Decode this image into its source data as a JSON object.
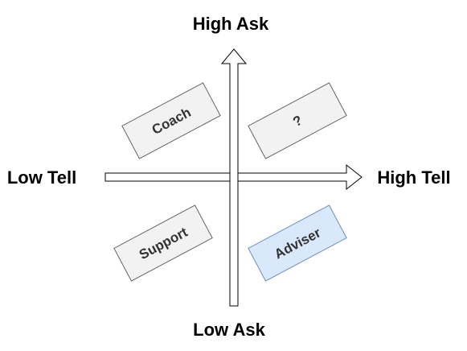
{
  "axes": {
    "top": "High Ask",
    "bottom": "Low Ask",
    "left": "Low Tell",
    "right": "High Tell"
  },
  "quadrants": {
    "top_left": "Coach",
    "top_right": "?",
    "bottom_left": "Support",
    "bottom_right": "Adviser"
  },
  "colors": {
    "box_fill": "#f2f2f2",
    "box_stroke": "#666666",
    "highlight_fill": "#dae8fc",
    "highlight_stroke": "#6c8ebf",
    "arrow_stroke": "#000000"
  }
}
